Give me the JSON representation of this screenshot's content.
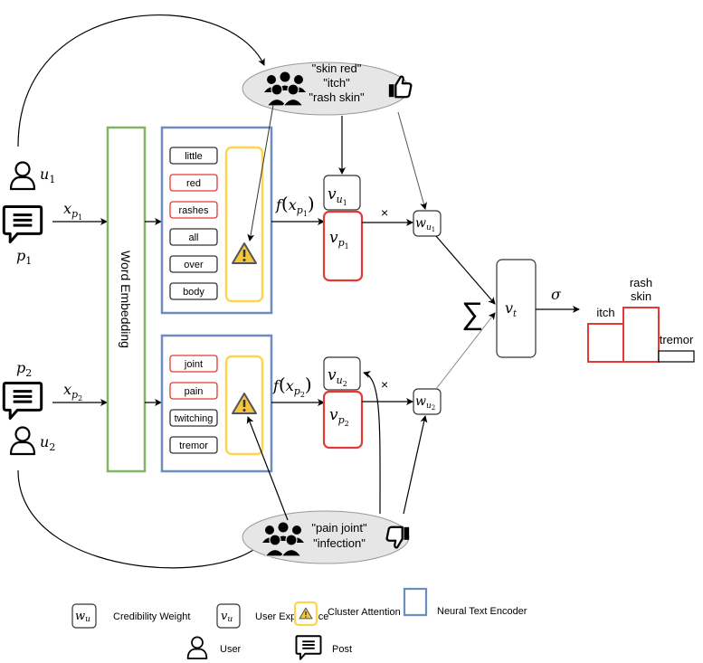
{
  "colors": {
    "encoder": "#6c8ebf",
    "embedding": "#82b366",
    "attention": "#ffd54f",
    "highlight": "#e53935",
    "bar_red": "#e53935",
    "bar_black": "#000000",
    "ellipse": "#e6e6e6"
  },
  "users": {
    "u1": {
      "base": "u",
      "sub": "1"
    },
    "u2": {
      "base": "u",
      "sub": "2"
    }
  },
  "posts": {
    "p1": {
      "base": "p",
      "sub": "1"
    },
    "p2": {
      "base": "p",
      "sub": "2"
    }
  },
  "inputs": {
    "x1": {
      "base": "x",
      "sub": "p",
      "subsub": "1"
    },
    "x2": {
      "base": "x",
      "sub": "p",
      "subsub": "2"
    }
  },
  "embedding_label": "Word Embedding",
  "post1_words": [
    {
      "text": "little",
      "highlight": false
    },
    {
      "text": "red",
      "highlight": true
    },
    {
      "text": "rashes",
      "highlight": true
    },
    {
      "text": "all",
      "highlight": false
    },
    {
      "text": "over",
      "highlight": false
    },
    {
      "text": "body",
      "highlight": false
    }
  ],
  "post2_words": [
    {
      "text": "joint",
      "highlight": true
    },
    {
      "text": "pain",
      "highlight": true
    },
    {
      "text": "twitching",
      "highlight": false
    },
    {
      "text": "tremor",
      "highlight": false
    }
  ],
  "cluster_top": {
    "phrases": [
      "\"skin red\"",
      "\"itch\"",
      "\"rash skin\""
    ],
    "feedback_icon": "thumbs-up-icon"
  },
  "cluster_bottom": {
    "phrases": [
      "\"pain joint\"",
      "\"infection\""
    ],
    "feedback_icon": "thumbs-down-icon"
  },
  "encoder_out": {
    "f1": {
      "fn": "f",
      "base": "x",
      "sub": "p",
      "subsub": "1"
    },
    "f2": {
      "fn": "f",
      "base": "x",
      "sub": "p",
      "subsub": "2"
    }
  },
  "vectors": {
    "vu1": {
      "base": "v",
      "sub": "u",
      "subsub": "1"
    },
    "vp1": {
      "base": "v",
      "sub": "p",
      "subsub": "1"
    },
    "vu2": {
      "base": "v",
      "sub": "u",
      "subsub": "2"
    },
    "vp2": {
      "base": "v",
      "sub": "p",
      "subsub": "2"
    },
    "vt": {
      "base": "v",
      "sub": "t"
    }
  },
  "weights": {
    "wu1": {
      "base": "w",
      "sub": "u",
      "subsub": "1"
    },
    "wu2": {
      "base": "w",
      "sub": "u",
      "subsub": "2"
    }
  },
  "times_symbol": "×",
  "sum_symbol": "∑",
  "sigma_symbol": "σ",
  "output_bars": [
    {
      "label_lines": [
        "itch"
      ],
      "color": "red",
      "level": 0.7
    },
    {
      "label_lines": [
        "rash",
        "skin"
      ],
      "color": "red",
      "level": 1.0
    },
    {
      "label_lines": [
        "tremor"
      ],
      "color": "black",
      "level": 0.2
    }
  ],
  "legend": {
    "credibility": {
      "symbol": {
        "base": "w",
        "sub": "u"
      },
      "label": "Credibility Weight"
    },
    "experience": {
      "symbol": {
        "base": "v",
        "sub": "u"
      },
      "label": "User Experience"
    },
    "attention": {
      "label": "Cluster Attention"
    },
    "encoder": {
      "label": "Neural Text Encoder"
    },
    "user": {
      "label": "User"
    },
    "post": {
      "label": "Post"
    }
  }
}
